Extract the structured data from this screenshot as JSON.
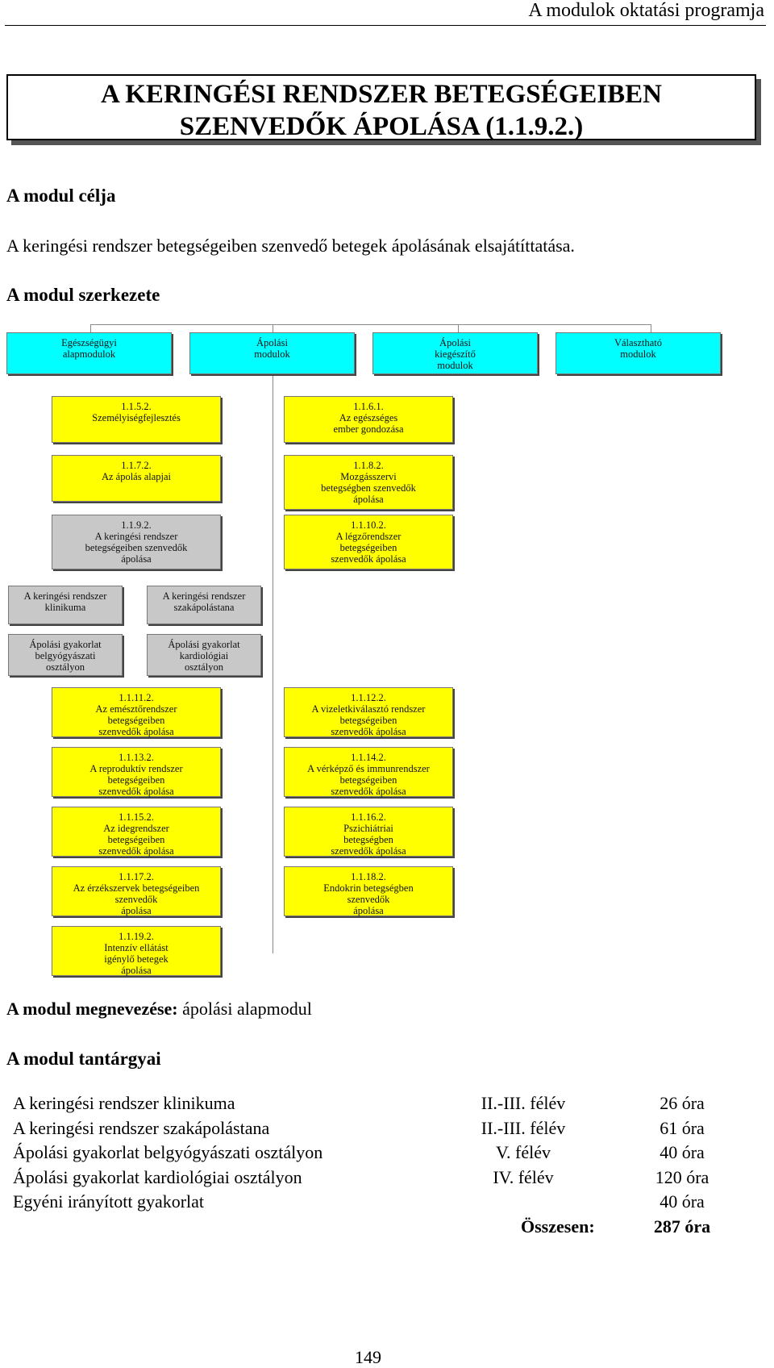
{
  "header": {
    "title": "A modulok oktatási programja"
  },
  "module_title": {
    "line1": "A KERINGÉSI RENDSZER BETEGSÉGEIBEN",
    "line2": "SZENVEDŐK ÁPOLÁSA (1.1.9.2.)"
  },
  "goal": {
    "heading": "A modul célja",
    "text": "A keringési rendszer betegségeiben szenvedő betegek ápolásának elsajátíttatása."
  },
  "structure": {
    "heading": "A modul szerkezete"
  },
  "diagram": {
    "top": [
      [
        "Egészségügyi",
        "alapmodulok"
      ],
      [
        "Ápolási",
        "modulok"
      ],
      [
        "Ápolási",
        "kiegészítő",
        "modulok"
      ],
      [
        "Választható",
        "modulok"
      ]
    ],
    "yellow_left": [
      [
        "1.1.5.2.",
        "Személyiségfejlesztés"
      ],
      [
        "1.1.7.2.",
        "Az ápolás alapjai"
      ]
    ],
    "current": [
      "1.1.9.2.",
      "A keringési rendszer",
      "betegségeiben szenvedők",
      "ápolása"
    ],
    "yellow_right": [
      [
        "1.1.6.1.",
        "Az egészséges",
        "ember gondozása"
      ],
      [
        "1.1.8.2.",
        "Mozgásszervi",
        "betegségben szenvedők",
        "ápolása"
      ],
      [
        "1.1.10.2.",
        "A légzőrendszer",
        "betegségeiben",
        "szenvedők ápolása"
      ]
    ],
    "subjects": [
      [
        "A keringési rendszer",
        "klinikuma"
      ],
      [
        "A keringési rendszer",
        "szakápolástana"
      ],
      [
        "Ápolási gyakorlat",
        "belgyógyászati",
        "osztályon"
      ],
      [
        "Ápolási gyakorlat",
        "kardiológiai",
        "osztályon"
      ]
    ],
    "lower_left": [
      [
        "1.1.11.2.",
        "Az emésztőrendszer",
        "betegségeiben",
        "szenvedők ápolása"
      ],
      [
        "1.1.13.2.",
        "A reproduktív rendszer",
        "betegségeiben",
        "szenvedők ápolása"
      ],
      [
        "1.1.15.2.",
        "Az idegrendszer",
        "betegségeiben",
        "szenvedők ápolása"
      ],
      [
        "1.1.17.2.",
        "Az érzékszervek  betegségeiben",
        "szenvedők",
        "ápolása"
      ],
      [
        "1.1.19.2.",
        "Intenzív ellátást",
        "igénylő betegek",
        "ápolása"
      ]
    ],
    "lower_right": [
      [
        "1.1.12.2.",
        "A vizeletkiválasztó rendszer",
        "betegségeiben",
        "szenvedők ápolása"
      ],
      [
        "1.1.14.2.",
        "A vérképző és immunrendszer",
        "betegségeiben",
        "szenvedők ápolása"
      ],
      [
        "1.1.16.2.",
        "Pszichiátriai",
        "betegségben",
        "szenvedők ápolása"
      ],
      [
        "1.1.18.2.",
        "Endokrin betegségben",
        "szenvedők",
        "ápolása"
      ]
    ],
    "colors": {
      "top": "#00ffff",
      "module": "#ffff00",
      "subject": "#c8c8c8"
    }
  },
  "name": {
    "label": "A modul megnevezése:",
    "value": " ápolási alapmodul"
  },
  "subjects_heading": "A modul tantárgyai",
  "subjects_table": {
    "rows": [
      {
        "name": "A keringési rendszer klinikuma",
        "semester": "II.-III. félév",
        "hours": "26 óra"
      },
      {
        "name": "A keringési rendszer szakápolástana",
        "semester": "II.-III. félév",
        "hours": "61 óra"
      },
      {
        "name": "Ápolási gyakorlat belgyógyászati osztályon",
        "semester": "V. félév",
        "hours": "40 óra"
      },
      {
        "name": "Ápolási gyakorlat kardiológiai osztályon",
        "semester": "IV. félév",
        "hours": "120 óra"
      },
      {
        "name": "Egyéni irányított gyakorlat",
        "semester": "",
        "hours": "40 óra"
      }
    ],
    "total_label": "Összesen:",
    "total_value": "287 óra"
  },
  "page_number": "149"
}
